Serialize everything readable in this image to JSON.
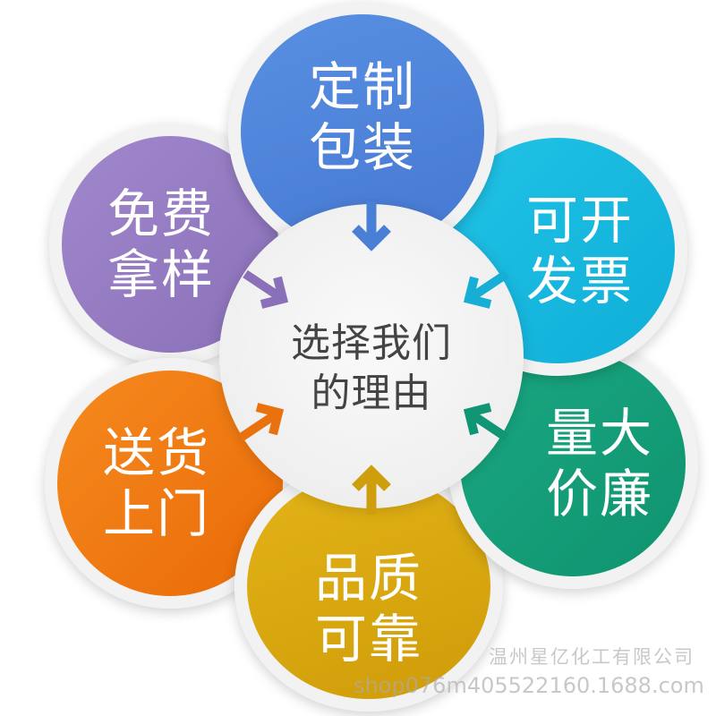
{
  "center": {
    "line1": "选择我们",
    "line2": "的理由",
    "text_color": "#444444"
  },
  "petals": [
    {
      "id": "custom-packaging",
      "line1": "定制",
      "line2": "包装",
      "color": "#4f86dc",
      "position": "top"
    },
    {
      "id": "invoice",
      "line1": "可开",
      "line2": "发票",
      "color": "#17b9df",
      "position": "top-right"
    },
    {
      "id": "bulk-discount",
      "line1": "量大",
      "line2": "价廉",
      "color": "#14a07f",
      "position": "bottom-right"
    },
    {
      "id": "reliable-quality",
      "line1": "品质",
      "line2": "可靠",
      "color": "#d9a910",
      "position": "bottom"
    },
    {
      "id": "home-delivery",
      "line1": "送货",
      "line2": "上门",
      "color": "#f07a14",
      "position": "bottom-left"
    },
    {
      "id": "free-samples",
      "line1": "免费",
      "line2": "拿样",
      "color": "#9479c0",
      "position": "top-left"
    }
  ],
  "watermark": {
    "company": "温州星亿化工有限公司",
    "shop_url": "shop076m405522160.1688.com"
  }
}
